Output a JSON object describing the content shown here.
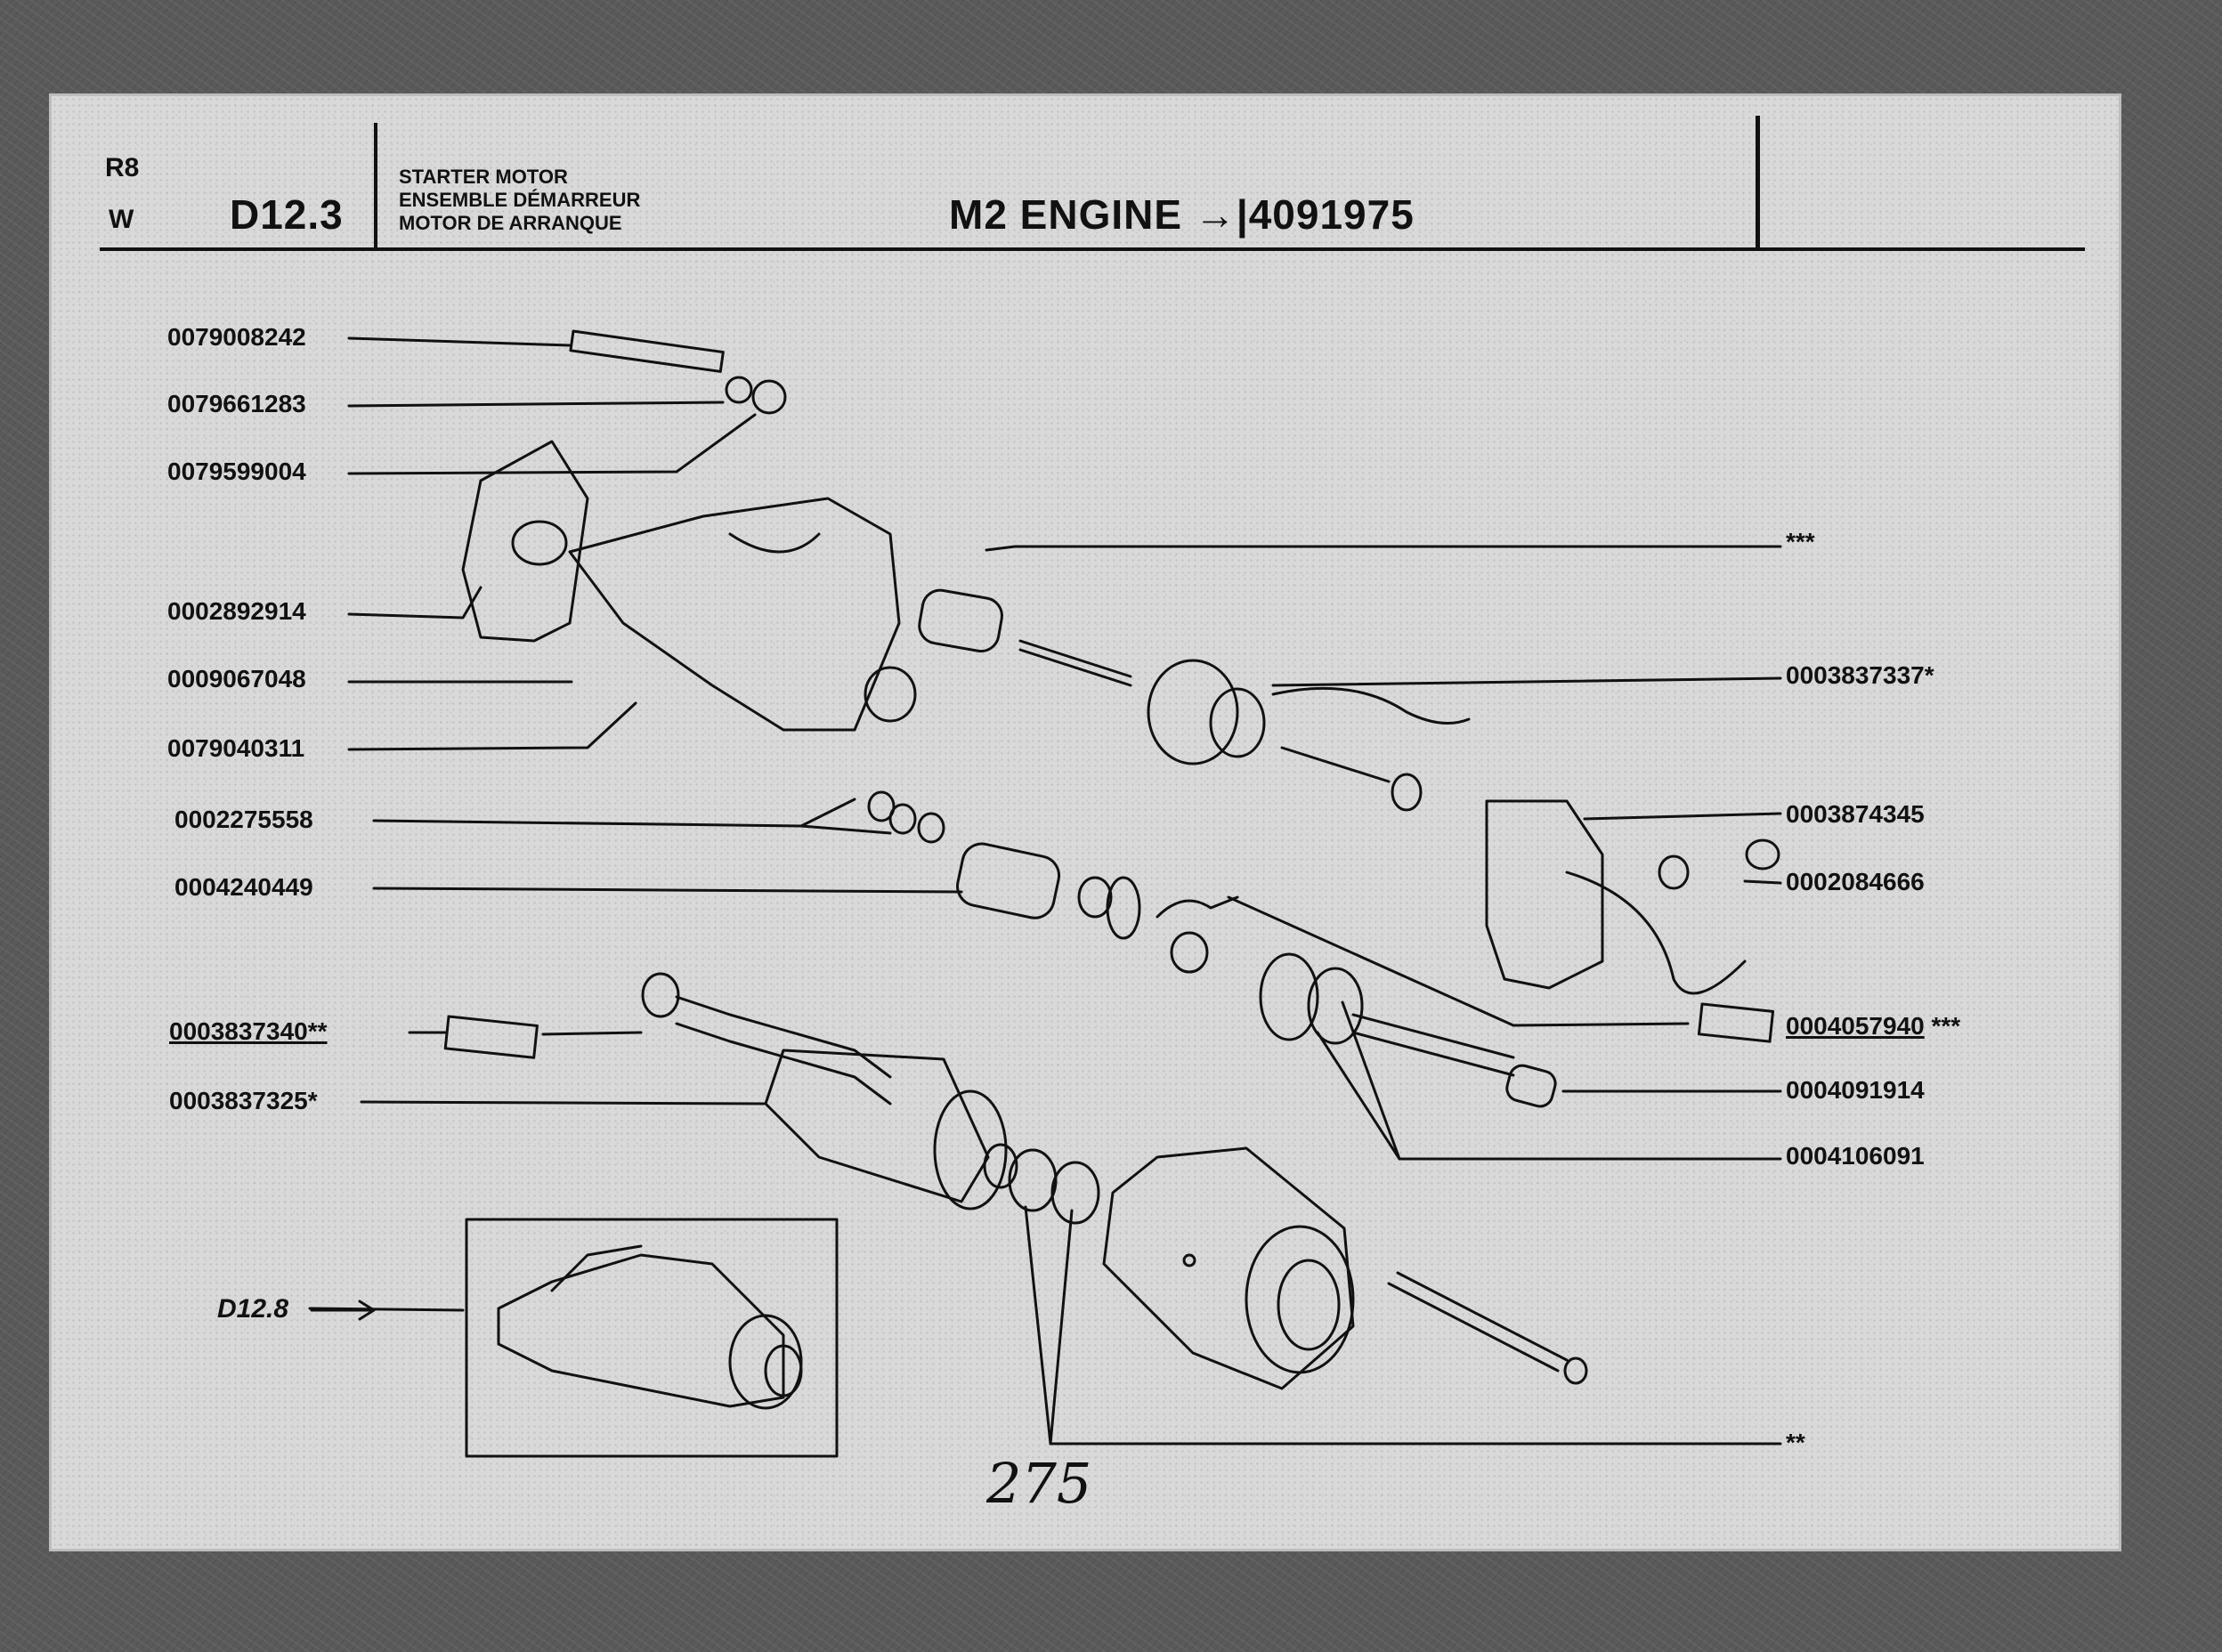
{
  "header": {
    "ref_top": "R8",
    "ref_bottom": "W",
    "code": "D12.3",
    "title_en": "STARTER MOTOR",
    "title_fr": "ENSEMBLE DÉMARREUR",
    "title_es": "MOTOR DE ARRANQUE",
    "engine": "M2 ENGINE",
    "engine_arrow": "→|",
    "serial": "4091975"
  },
  "parts_left": [
    {
      "number": "0079008242",
      "suffix": ""
    },
    {
      "number": "0079661283",
      "suffix": ""
    },
    {
      "number": "0079599004",
      "suffix": ""
    },
    {
      "number": "0002892914",
      "suffix": ""
    },
    {
      "number": "0009067048",
      "suffix": ""
    },
    {
      "number": "0079040311",
      "suffix": ""
    },
    {
      "number": "0002275558",
      "suffix": ""
    },
    {
      "number": "0004240449",
      "suffix": ""
    },
    {
      "number": "0003837340",
      "suffix": "**"
    },
    {
      "number": "0003837325",
      "suffix": "*"
    }
  ],
  "parts_right": [
    {
      "number": "",
      "suffix": "***"
    },
    {
      "number": "0003837337",
      "suffix": "*"
    },
    {
      "number": "0003874345",
      "suffix": ""
    },
    {
      "number": "0002084666",
      "suffix": ""
    },
    {
      "number": "0004057940",
      "suffix": "***"
    },
    {
      "number": "0004091914",
      "suffix": ""
    },
    {
      "number": "0004106091",
      "suffix": ""
    },
    {
      "number": "",
      "suffix": "**"
    }
  ],
  "inset": {
    "label": "D12.8"
  },
  "page_number": "275"
}
